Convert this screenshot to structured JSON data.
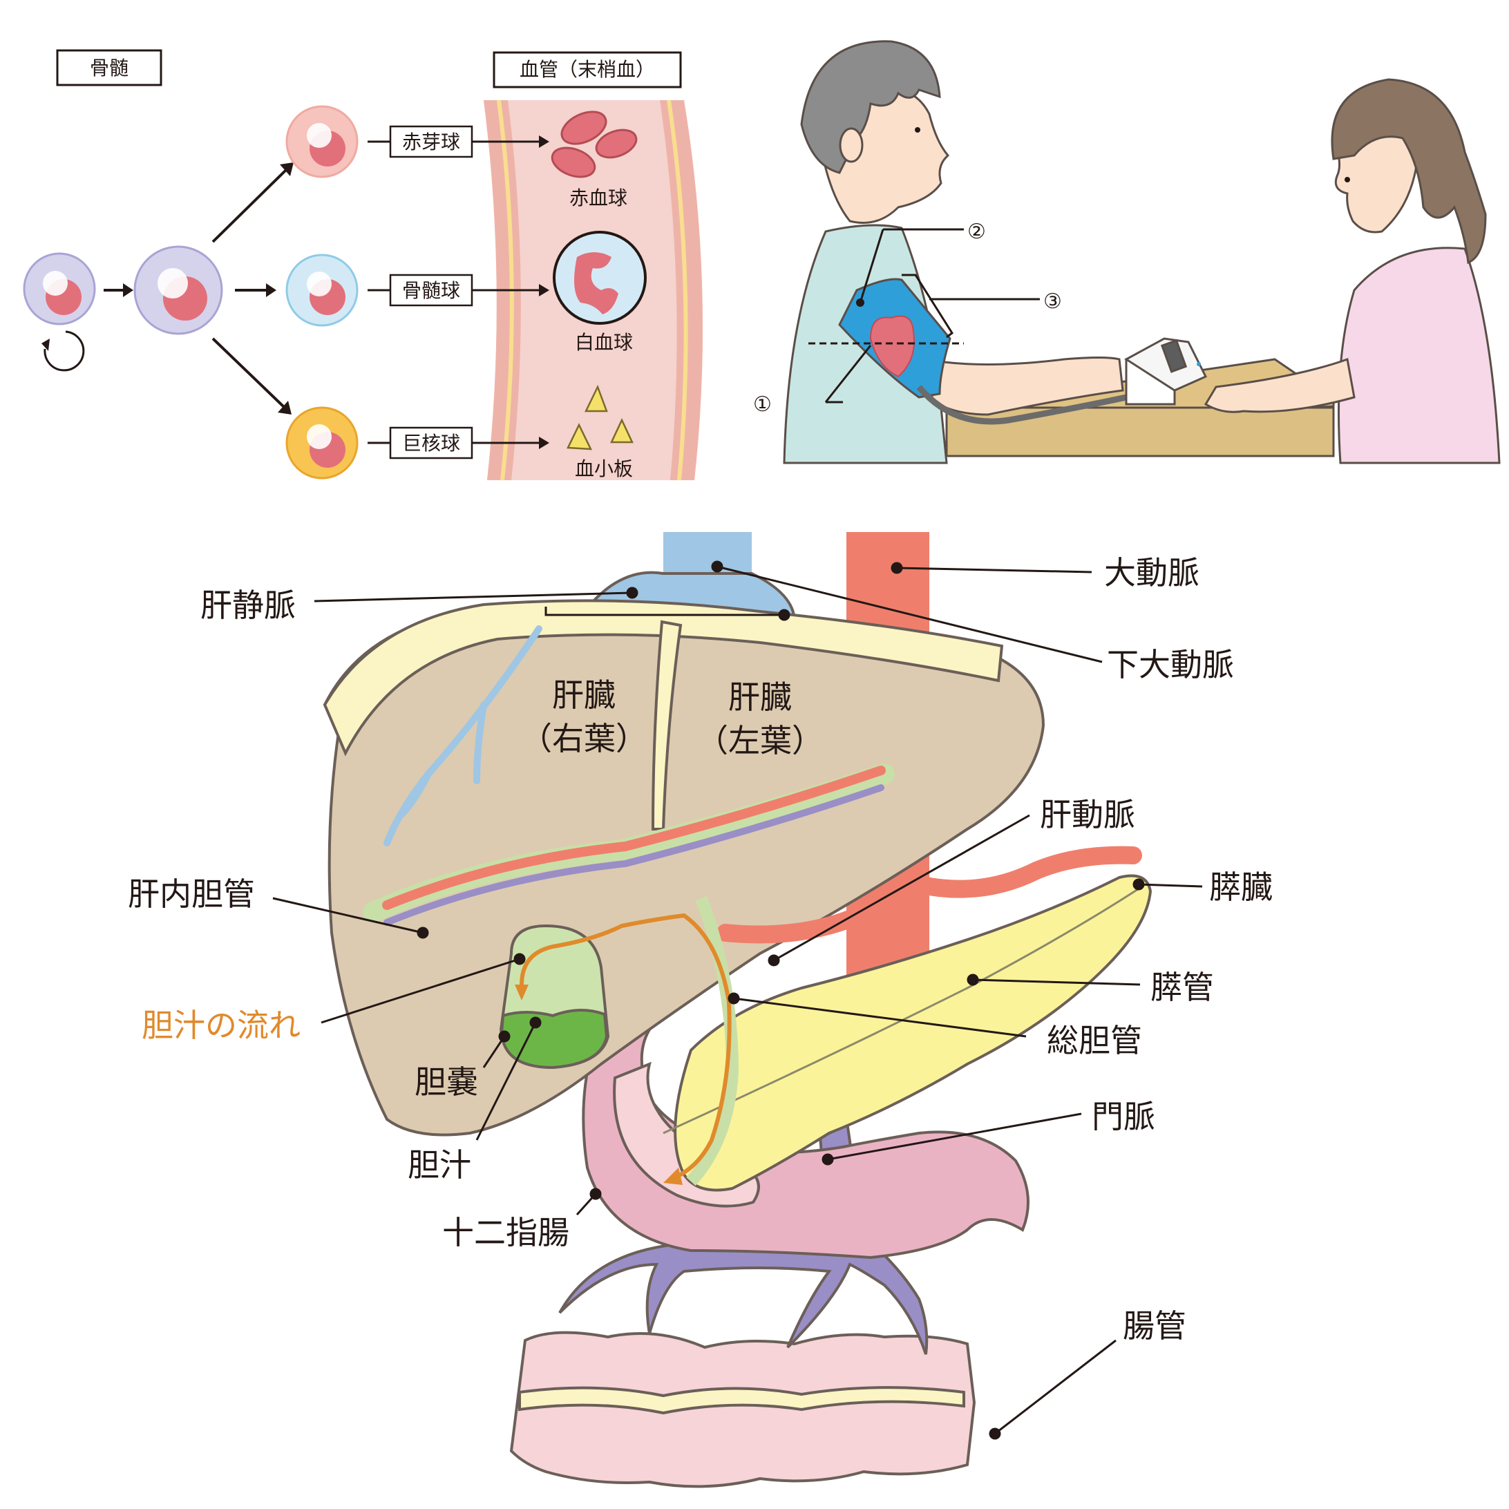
{
  "blood_cell_diagram": {
    "bone_marrow_label": "骨髄",
    "blood_vessel_label": "血管（末梢血）",
    "progenitors": [
      {
        "name": "赤芽球",
        "mature": "赤血球",
        "color": "#f6c3bd"
      },
      {
        "name": "骨髄球",
        "mature": "白血球",
        "color": "#d3eaf6"
      },
      {
        "name": "巨核球",
        "mature": "血小板",
        "color": "#f8c552"
      }
    ],
    "stem_cell_color": "#d5d3ec",
    "nucleus_color": "#e2707b"
  },
  "blood_pressure_scene": {
    "markers": [
      "①",
      "②",
      "③"
    ],
    "cuff_color": "#2f9fd9",
    "shirt_color": "#c8e6e4",
    "nurse_shirt_color": "#f6d8e8",
    "table_color": "#e0c384"
  },
  "liver_diagram": {
    "labels": {
      "hepatic_vein": "肝静脈",
      "aorta": "大動脈",
      "inferior_vena_cava": "下大動脈",
      "liver_right_line1": "肝臓",
      "liver_right_line2": "（右葉）",
      "liver_left_line1": "肝臓",
      "liver_left_line2": "（左葉）",
      "hepatic_artery": "肝動脈",
      "intrahepatic_bile_duct": "肝内胆管",
      "pancreas": "膵臓",
      "pancreatic_duct": "膵管",
      "bile_flow": "胆汁の流れ",
      "common_bile_duct": "総胆管",
      "gallbladder": "胆嚢",
      "portal_vein": "門脈",
      "bile": "胆汁",
      "duodenum": "十二指腸",
      "intestine": "腸管"
    },
    "colors": {
      "liver": "#dccbb0",
      "capsule": "#fbf4c4",
      "vein": "#9fc6e4",
      "artery": "#ef7f6c",
      "portal": "#9a8ec6",
      "bile_duct": "#c9dfa8",
      "gallbladder": "#cde3ad",
      "bile": "#6cb648",
      "pancreas": "#fbf39a",
      "duodenum": "#eab3c4",
      "intestine": "#f6d4d8",
      "bile_flow": "#e08a2c"
    }
  }
}
